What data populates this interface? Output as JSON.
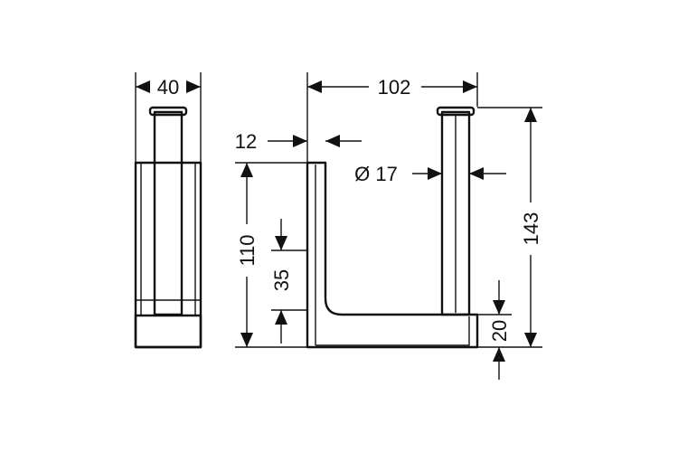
{
  "dimensions": {
    "side_depth": "40",
    "overall_width": "102",
    "wall_thickness": "12",
    "diameter": "Ø 17",
    "back_height": "110",
    "inner_offset": "35",
    "overall_height": "143",
    "base_height": "20"
  },
  "colors": {
    "line": "#111111",
    "background": "#ffffff"
  }
}
